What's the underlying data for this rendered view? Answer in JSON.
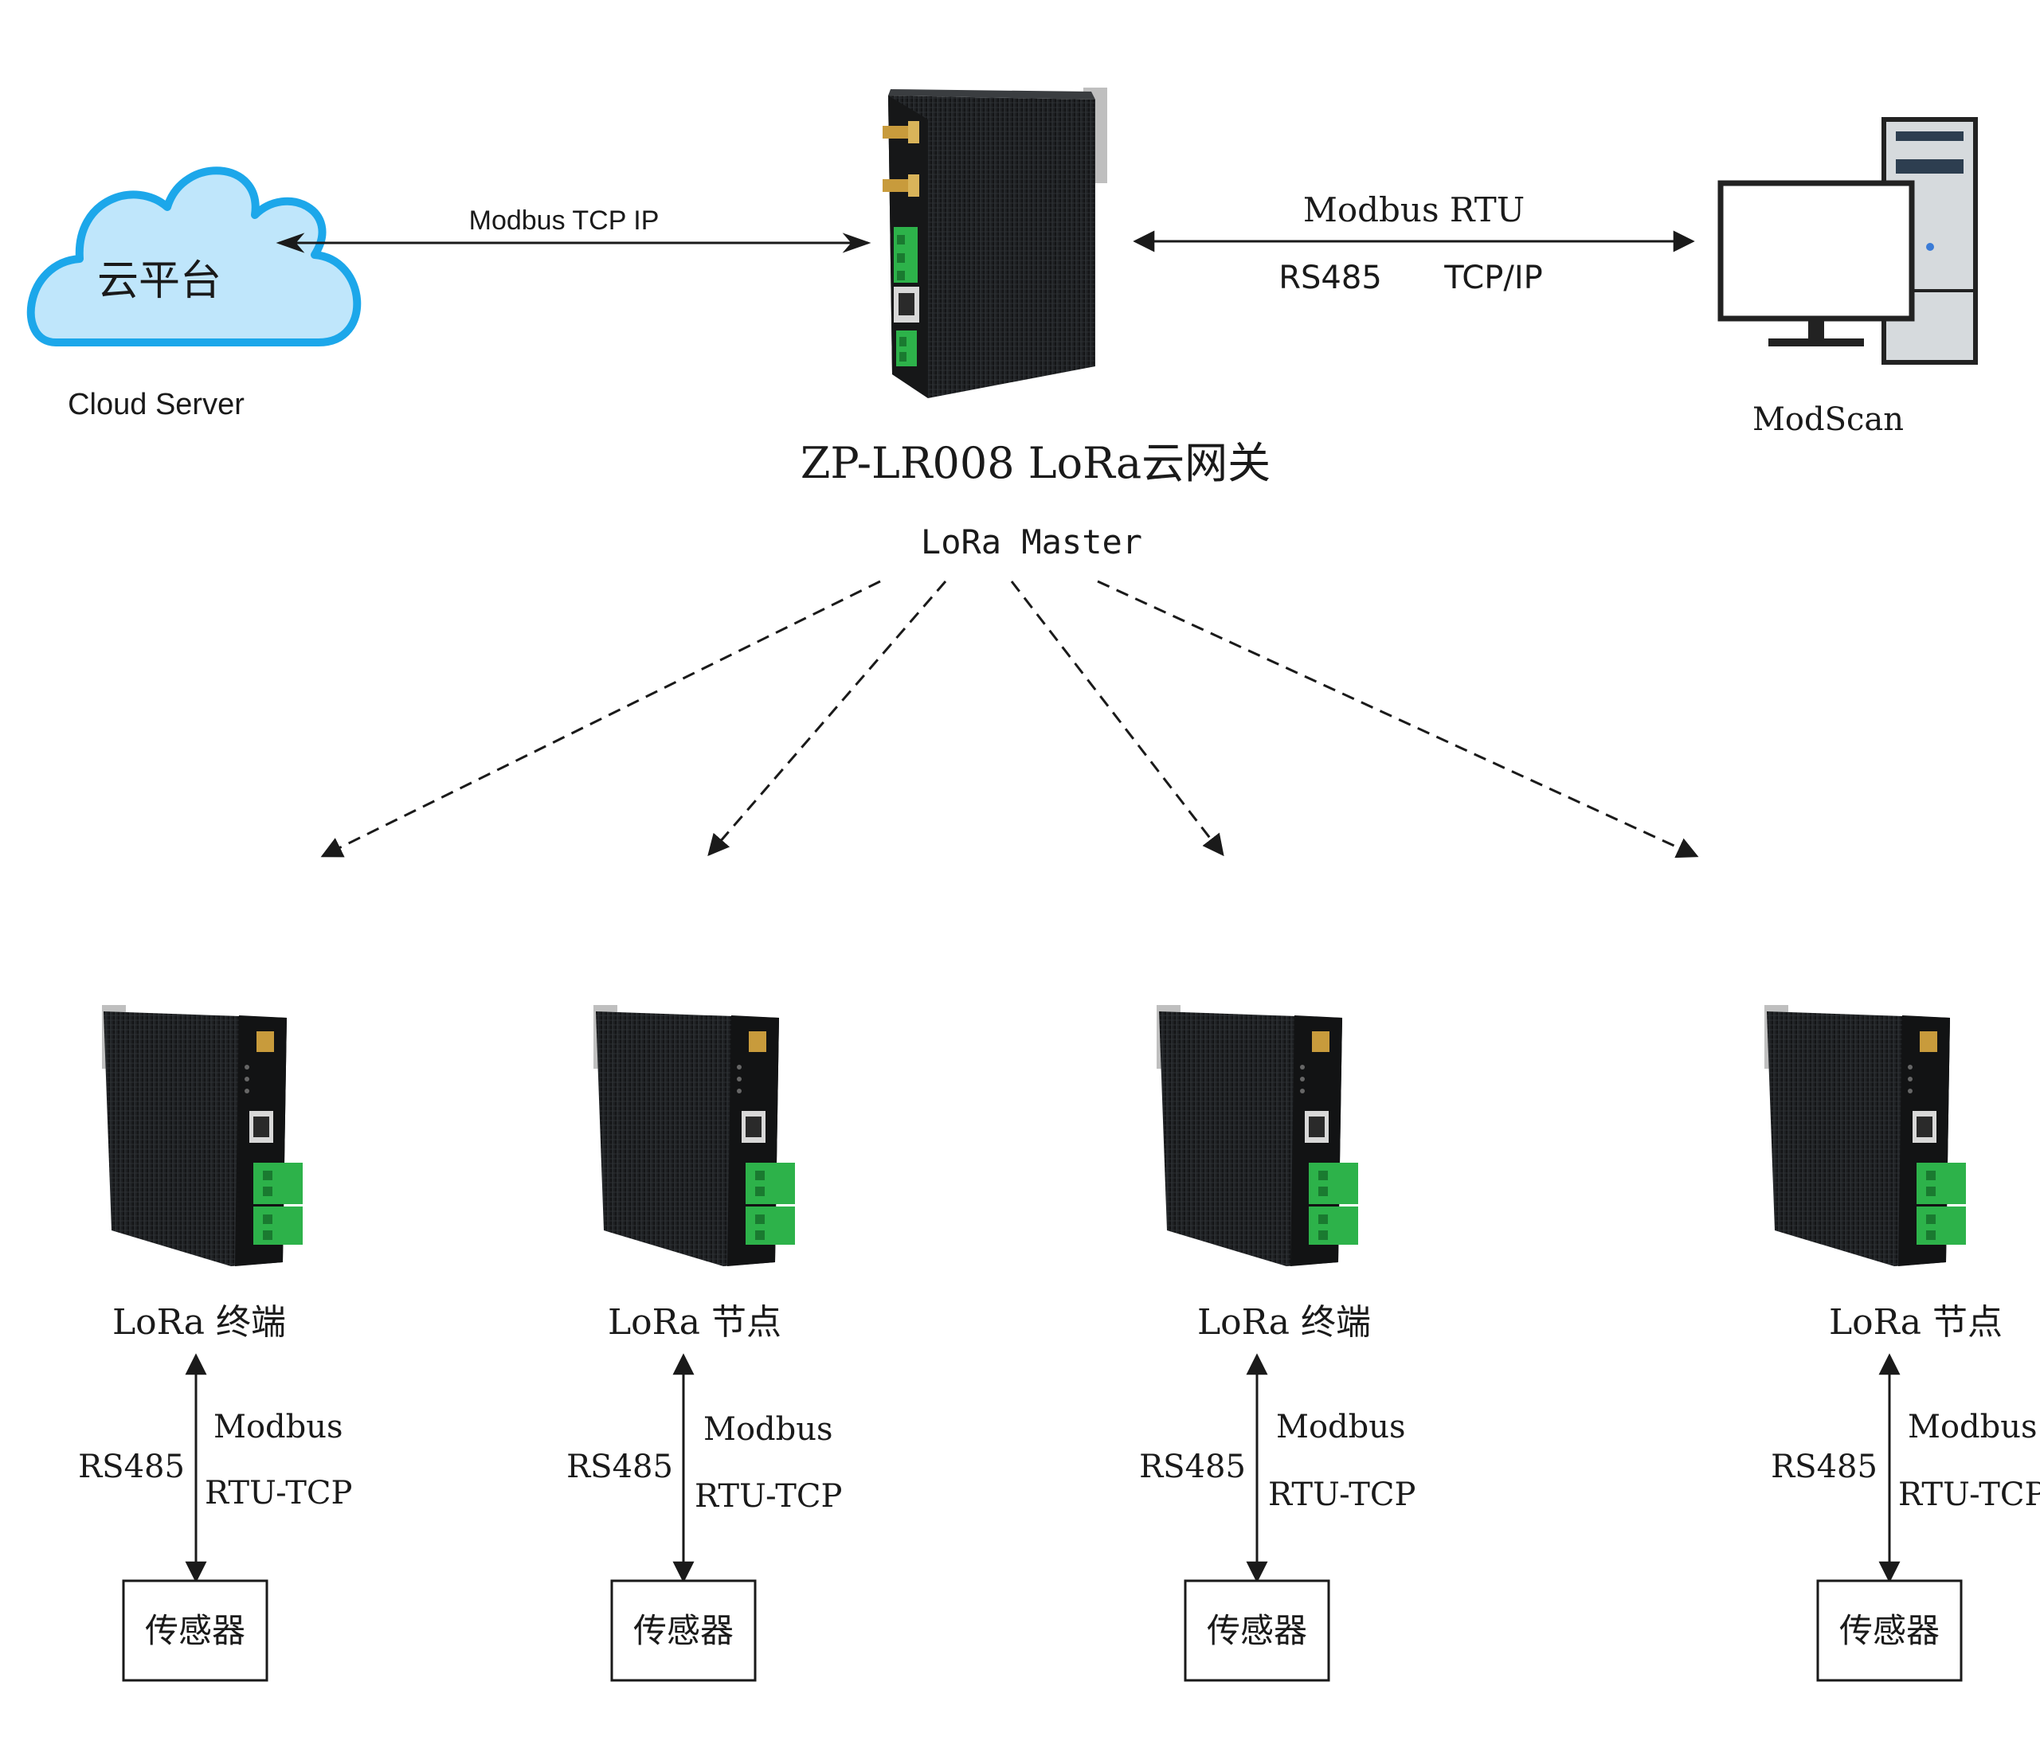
{
  "cloud": {
    "label": "云平台",
    "caption": "Cloud Server"
  },
  "gateway": {
    "title": "ZP-LR008 LoRa云网关",
    "role": "LoRa Master"
  },
  "links": {
    "cloud_protocol": "Modbus TCP IP",
    "pc_protocol": "Modbus RTU",
    "pc_iface_1": "RS485",
    "pc_iface_2": "TCP/IP"
  },
  "pc": {
    "caption": "ModScan"
  },
  "nodes": [
    {
      "name": "LoRa 终端",
      "iface": "RS485",
      "proto_1": "Modbus",
      "proto_2": "RTU-TCP",
      "sensor": "传感器"
    },
    {
      "name": "LoRa 节点",
      "iface": "RS485",
      "proto_1": "Modbus",
      "proto_2": "RTU-TCP",
      "sensor": "传感器"
    },
    {
      "name": "LoRa 终端",
      "iface": "RS485",
      "proto_1": "Modbus",
      "proto_2": "RTU-TCP",
      "sensor": "传感器"
    },
    {
      "name": "LoRa 节点",
      "iface": "RS485",
      "proto_1": "Modbus",
      "proto_2": "RTU-TCP",
      "sensor": "传感器"
    }
  ],
  "colors": {
    "cloud_fill": "#bfe6fb",
    "cloud_stroke": "#1ca7ea",
    "device_body": "#1d1f21",
    "terminal_green": "#2db24a",
    "antenna_gold": "#c89b3c",
    "line": "#1a1a1a"
  },
  "icons": {
    "cloud": "cloud-icon",
    "gateway": "gateway-device-icon",
    "pc": "desktop-computer-icon",
    "node": "lora-node-device-icon"
  }
}
